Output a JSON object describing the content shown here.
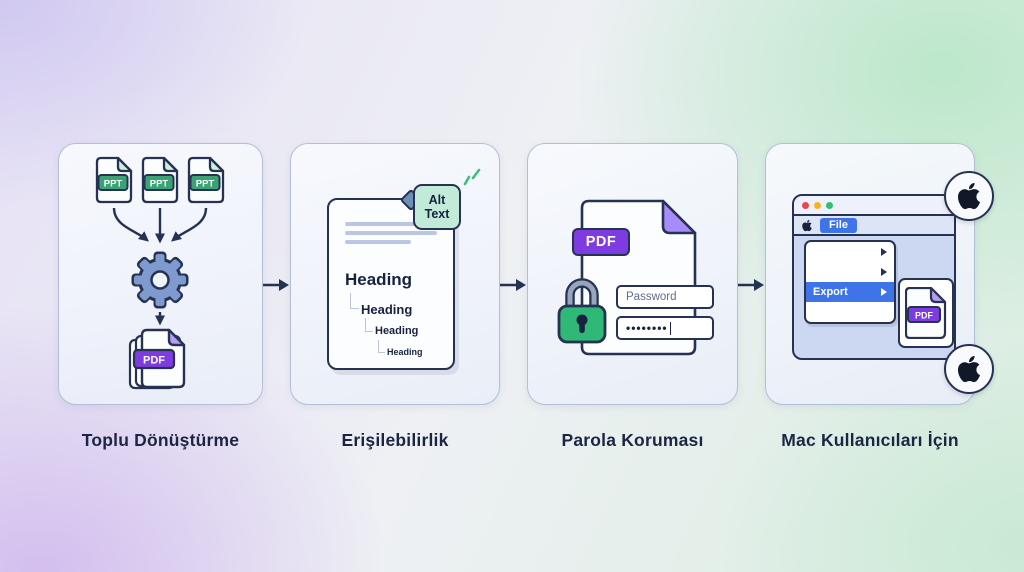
{
  "cards": [
    {
      "id": "batch-conversion",
      "label": "Toplu Dönüştürme",
      "ppt_label": "PPT",
      "pdf_label": "PDF"
    },
    {
      "id": "accessibility",
      "label": "Erişilebilirlik",
      "alt_tag": "Alt Text",
      "headings": [
        "Heading",
        "Heading",
        "Heading",
        "Heading"
      ]
    },
    {
      "id": "password-protection",
      "label": "Parola Koruması",
      "pdf_label": "PDF",
      "password_placeholder": "Password",
      "password_value": "••••••••"
    },
    {
      "id": "mac-users",
      "label": "Mac Kullanıcıları İçin",
      "menu_file": "File",
      "menu_export": "Export",
      "pdf_label": "PDF"
    }
  ],
  "colors": {
    "outline": "#263252",
    "accent_green": "#3aa273",
    "accent_purple": "#7d3be0",
    "accent_blue": "#3f74e8",
    "mint_tag": "#c2ead8",
    "lock_green": "#2fb876"
  }
}
